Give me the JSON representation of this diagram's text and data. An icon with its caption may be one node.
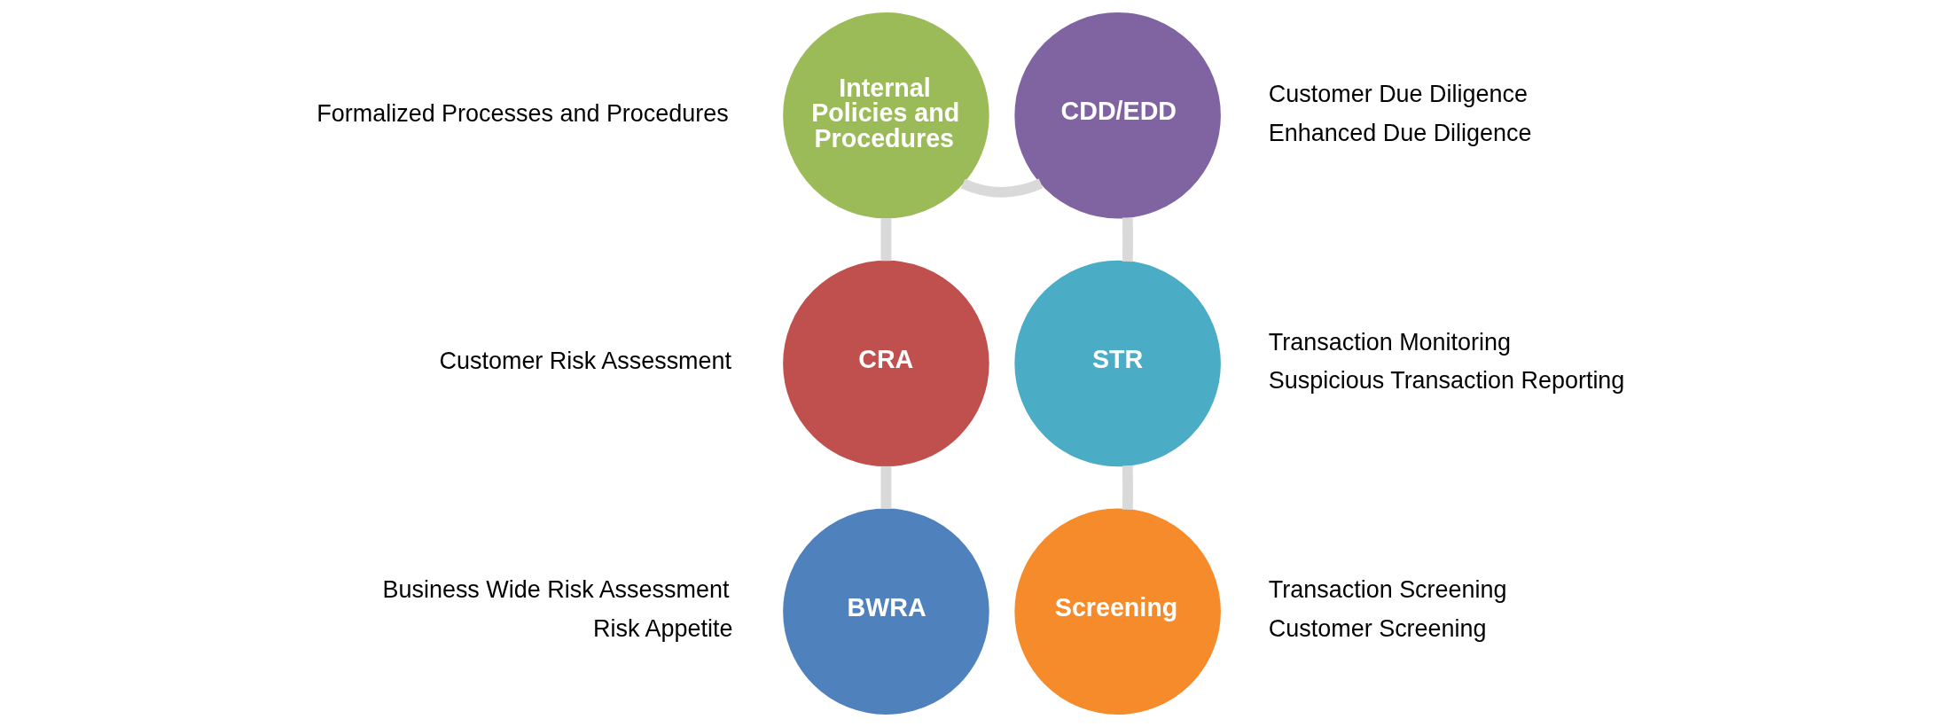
{
  "diagram": {
    "nodes": [
      {
        "text": [
          "BWRA"
        ],
        "beside": [
          "Business Wide Risk Assessment",
          "Risk Appetite"
        ]
      },
      {
        "text": [
          "CRA"
        ],
        "beside": [
          "Customer Risk Assessment"
        ]
      },
      {
        "text": [
          "Internal Policies and Procedures"
        ],
        "beside": [
          "Formalized Processes and Procedures"
        ]
      },
      {
        "text": [
          "CDD/EDD"
        ],
        "beside": [
          "Customer Due Diligence",
          "Enhanced Due Diligence"
        ]
      },
      {
        "text": [
          "STR"
        ],
        "beside": [
          "Transaction Monitoring",
          "Suspicious Transaction Reporting"
        ]
      },
      {
        "text": [
          "Screening"
        ],
        "beside": [
          "Transaction Screening",
          "Customer Screening"
        ]
      }
    ],
    "edges": [
      {
        "from": 0,
        "to": 1,
        "arrow": "none"
      },
      {
        "from": 1,
        "to": 2,
        "arrow": "none"
      },
      {
        "from": 2,
        "to": 3,
        "arrow": "none"
      },
      {
        "from": 3,
        "to": 4,
        "arrow": "none"
      },
      {
        "from": 4,
        "to": 5,
        "arrow": "none"
      }
    ]
  }
}
